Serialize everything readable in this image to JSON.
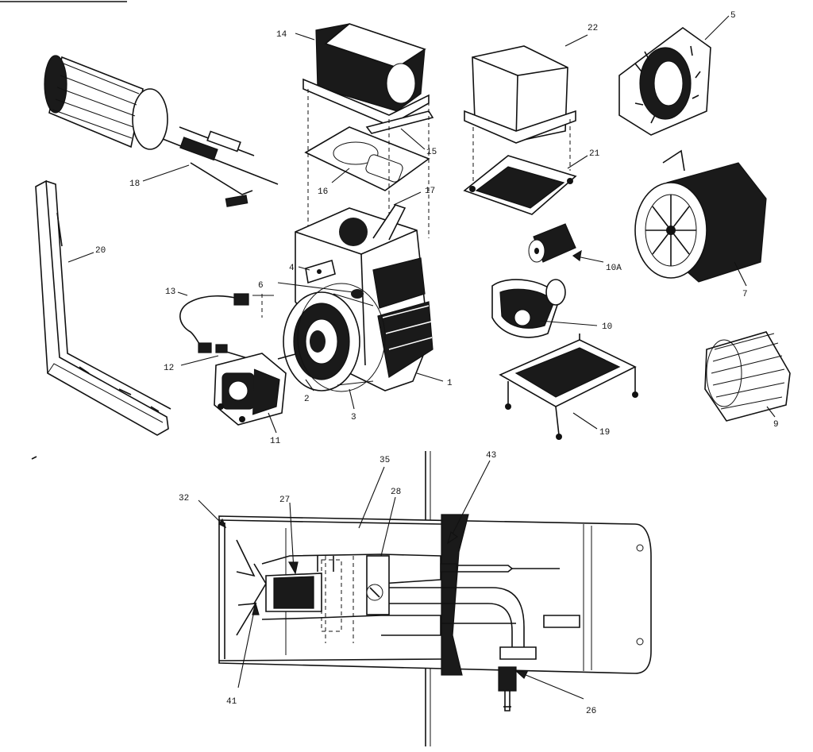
{
  "callouts": {
    "c1": "1",
    "c2": "2",
    "c3": "3",
    "c4": "4",
    "c5": "5",
    "c6": "6",
    "c7": "7",
    "c9": "9",
    "c10": "10",
    "c10a": "10A",
    "c11": "11",
    "c12": "12",
    "c13": "13",
    "c14": "14",
    "c15": "15",
    "c16": "16",
    "c17": "17",
    "c18": "18",
    "c19": "19",
    "c20": "20",
    "c21": "21",
    "c22": "22",
    "c26": "26",
    "c27": "27",
    "c28": "28",
    "c32": "32",
    "c35": "35",
    "c41": "41",
    "c43": "43"
  }
}
